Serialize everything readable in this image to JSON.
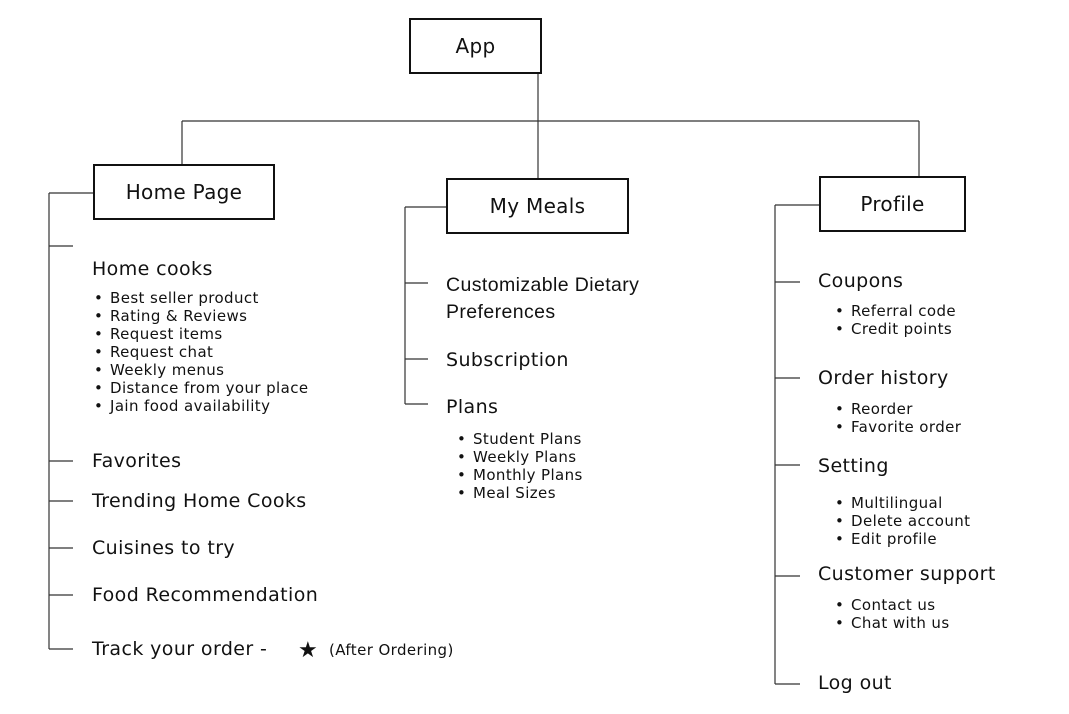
{
  "root": {
    "label": "App"
  },
  "home": {
    "label": "Home Page",
    "home_cooks": {
      "label": "Home cooks",
      "bullets": [
        "Best seller product",
        "Rating & Reviews",
        "Request items",
        "Request chat",
        "Weekly menus",
        "Distance from your place",
        "Jain food availability"
      ]
    },
    "favorites": "Favorites",
    "trending": "Trending Home Cooks",
    "cuisines": "Cuisines to try",
    "food_recommendation": "Food Recommendation",
    "track_order": "Track your order -",
    "star_icon": "star-icon",
    "after_ordering": "(After Ordering)"
  },
  "meals": {
    "label": "My Meals",
    "dietary": "Customizable Dietary Preferences",
    "subscription": "Subscription",
    "plans": {
      "label": "Plans",
      "bullets": [
        "Student Plans",
        "Weekly Plans",
        "Monthly Plans",
        "Meal Sizes"
      ]
    }
  },
  "profile": {
    "label": "Profile",
    "coupons": {
      "label": "Coupons",
      "bullets": [
        "Referral code",
        "Credit points"
      ]
    },
    "order_history": {
      "label": "Order history",
      "bullets": [
        "Reorder",
        "Favorite order"
      ]
    },
    "setting": {
      "label": "Setting",
      "bullets": [
        "Multilingual",
        "Delete account",
        "Edit profile"
      ]
    },
    "customer_support": {
      "label": "Customer support",
      "bullets": [
        "Contact us",
        "Chat with us"
      ]
    },
    "log_out": "Log out"
  },
  "colors": {
    "line": "#111111",
    "background": "#ffffff"
  }
}
